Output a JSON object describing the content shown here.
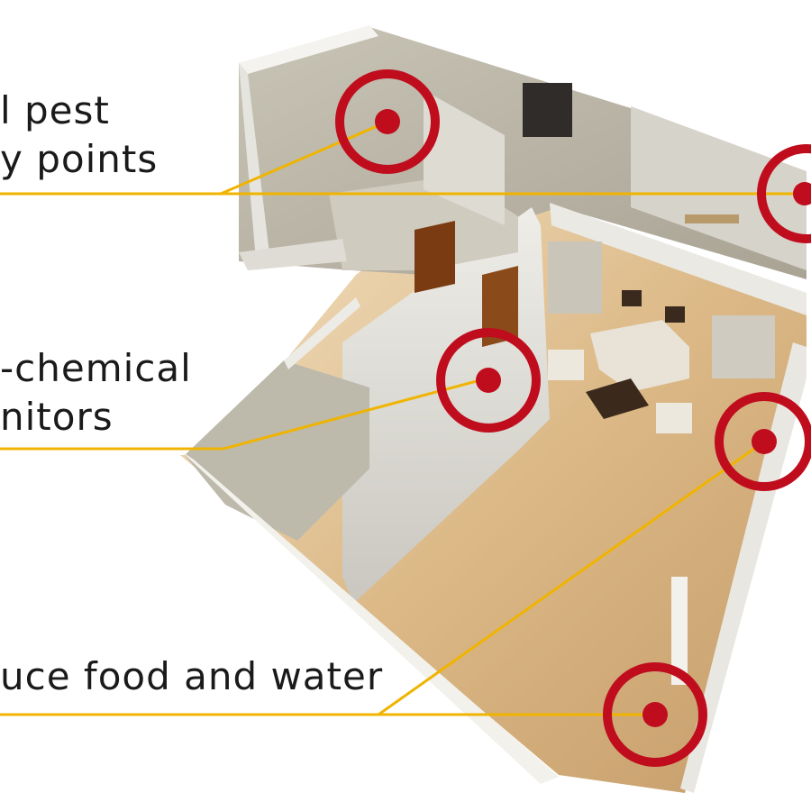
{
  "callouts": [
    {
      "id": "entry",
      "lines": [
        "l pest",
        "y points"
      ]
    },
    {
      "id": "monitor",
      "lines": [
        "-chemical",
        "nitors"
      ]
    },
    {
      "id": "food",
      "lines": [
        "uce food and water"
      ]
    }
  ],
  "colors": {
    "leader_line": "#f0b400",
    "marker_ring": "#c00d1e",
    "marker_dot": "#c00d1e",
    "floor": "#d9b888",
    "wall": "#d8d6cf",
    "text": "#1a1a1a"
  }
}
